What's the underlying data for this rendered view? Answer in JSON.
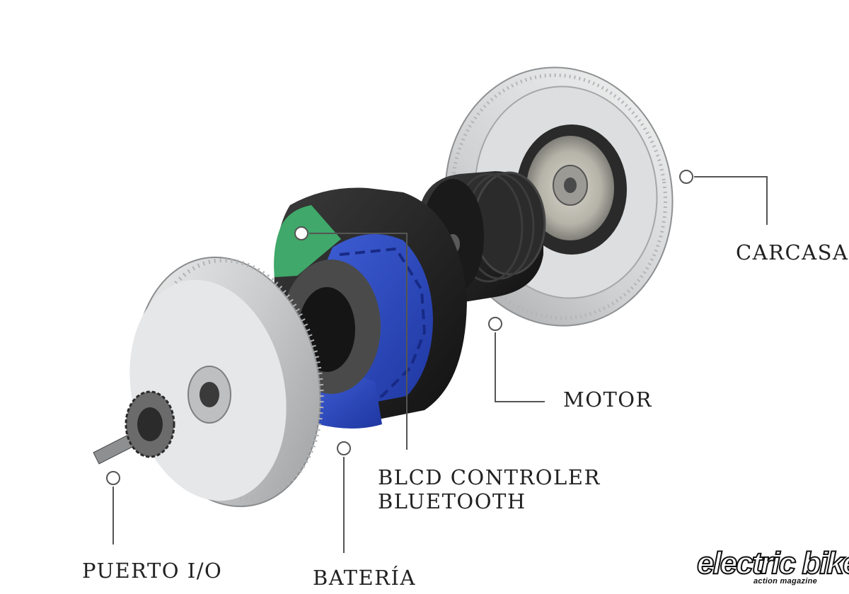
{
  "labels": {
    "carcasa": "CARCASA",
    "motor": "MOTOR",
    "controller_line1": "BLCD CONTROLER",
    "controller_line2": "BLUETOOTH",
    "puerto": "PUERTO I/O",
    "bateria": "BATERÍA"
  },
  "logo": {
    "name": "electric bike",
    "tagline": "action magazine"
  },
  "colors": {
    "aluminum": "#c9cbcd",
    "aluminum_dark": "#9a9c9e",
    "motor_body": "#1c1c1c",
    "battery_cells": "#2a47b8",
    "controller_board": "#3fa86a",
    "leader_line": "#555555",
    "label_text": "#222222"
  }
}
